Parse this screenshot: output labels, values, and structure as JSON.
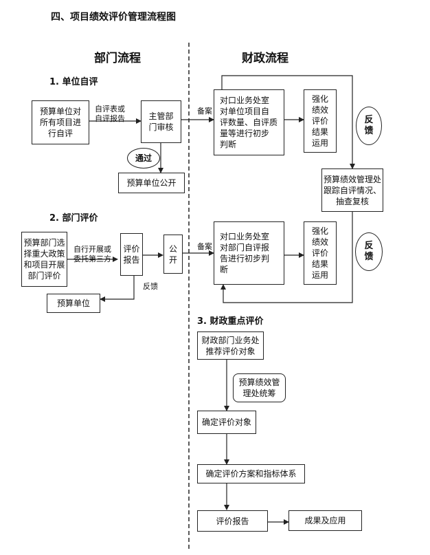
{
  "title": "四、项目绩效评价管理流程图",
  "headings": {
    "dept_flow": "部门流程",
    "finance_flow": "财政流程"
  },
  "section1": {
    "title": "1. 单位自评",
    "box_unit_self": "预算单位对\n所有项目进\n行自评",
    "edge_self": "自评表或\n自评报告",
    "box_supervisor": "主管部\n门审核",
    "oval_pass": "通过",
    "box_unit_public": "预算单位公开",
    "edge_record": "备案",
    "box_dept_check": "对口业务处室\n对单位项目自\n评数量、自评质\n量等进行初步\n判断",
    "box_strengthen": "强化\n绩效\n评价\n结果\n运用",
    "oval_feedback": "反\n馈"
  },
  "middle": {
    "box_track": "预算绩效管理处\n跟踪自评情况、\n抽查复核"
  },
  "section2": {
    "title": "2. 部门评价",
    "box_dept_select": "预算部门选\n择重大政策\n和项目开展\n部门评价",
    "edge_method": "自行开展或\n委托第三方",
    "box_report": "评价\n报告",
    "box_public": "公\n开",
    "edge_feedback": "反馈",
    "box_unit": "预算单位",
    "edge_record": "备案",
    "box_dept_check": "对口业务处室\n对部门自评报\n告进行初步判\n断",
    "box_strengthen": "强化\n绩效\n评价\n结果\n运用",
    "oval_feedback": "反\n馈"
  },
  "section3": {
    "title": "3. 财政重点评价",
    "box_recommend": "财政部门业务处\n推荐评价对象",
    "box_overall": "预算绩效管\n理处统筹",
    "box_confirm": "确定评价对象",
    "box_plan": "确定评价方案和指标体系",
    "box_report": "评价报告",
    "box_result": "成果及应用"
  }
}
